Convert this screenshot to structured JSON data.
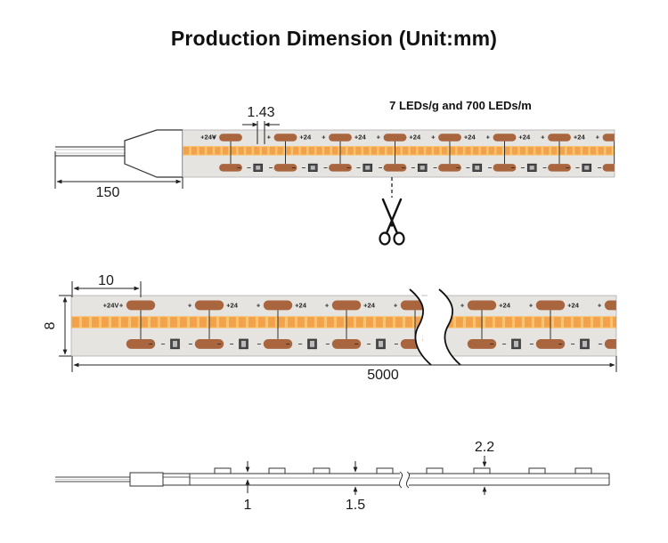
{
  "title": "Production Dimension (Unit:mm)",
  "spec_label": "7 LEDs/g and 700 LEDs/m",
  "dimensions": {
    "led_spacing": "1.43",
    "wire_length": "150",
    "cut_length": "10",
    "width": "8",
    "total_length": "5000",
    "pcb_thickness": "1",
    "strip_thickness": "1.5",
    "led_height": "2.2"
  },
  "pad_labels": {
    "first": "+24V",
    "repeat": "+24",
    "plus": "+"
  },
  "icons": {
    "cut_marker": "scissors-icon"
  },
  "colors": {
    "copper_pad": "#a9653e",
    "led_yellow": "#f9c472",
    "led_orange": "#f3a24c",
    "strip_base": "#e6e4e1",
    "resistor": "#4a4a4a"
  }
}
